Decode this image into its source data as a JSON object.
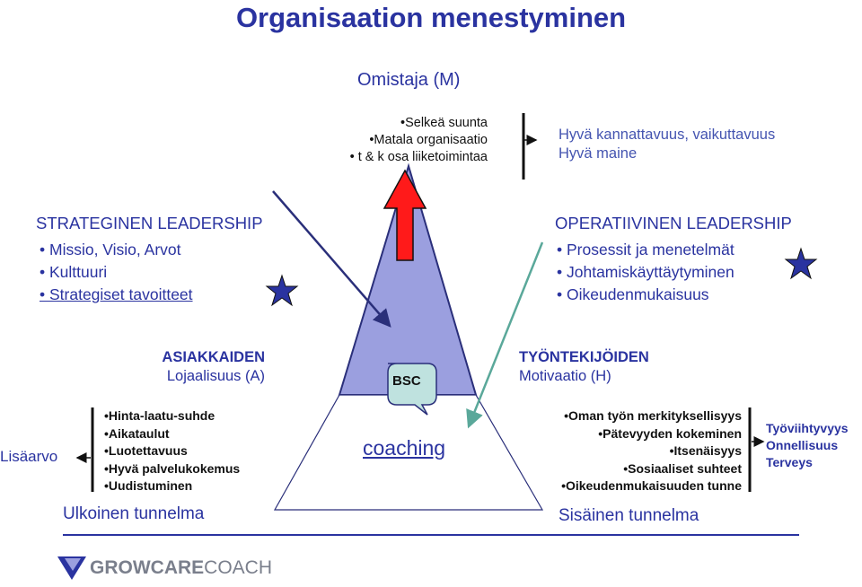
{
  "title": "Organisaation menestyminen",
  "owner": {
    "label": "Omistaja (M)",
    "items": [
      "•Selkeä suunta",
      "•Matala organisaatio",
      "• t & k osa liiketoimintaa"
    ]
  },
  "owner_results": [
    "Hyvä kannattavuus, vaikuttavuus",
    "Hyvä maine"
  ],
  "strategic": {
    "title": "STRATEGINEN LEADERSHIP",
    "items": [
      "• Missio, Visio, Arvot",
      "• Kulttuuri",
      "• Strategiset tavoitteet"
    ]
  },
  "operative": {
    "title": "OPERATIIVINEN LEADERSHIP",
    "items": [
      "• Prosessit ja menetelmät",
      "• Johtamiskäyttäytyminen",
      "• Oikeudenmukaisuus"
    ]
  },
  "customers": {
    "title": "ASIAKKAIDEN",
    "subtitle": "Lojaalisuus (A)",
    "items": [
      "•Hinta-laatu-suhde",
      "•Aikataulut",
      "•Luotettavuus",
      "•Hyvä palvelukokemus",
      "•Uudistuminen"
    ]
  },
  "employees": {
    "title": "TYÖNTEKIJÖIDEN",
    "subtitle": "Motivaatio (H)",
    "items": [
      "•Oman työn merkityksellisyys",
      "•Pätevyyden kokeminen",
      "•Itsenäisyys",
      "•Sosiaaliset suhteet",
      "•Oikeudenmukaisuuden tunne"
    ]
  },
  "wellbeing": [
    "Työviihtyvyys",
    "Onnellisuus",
    "Terveys"
  ],
  "bsc_label": "BSC",
  "coaching_label": "coaching",
  "added_value": "Lisäarvo",
  "external": "Ulkoinen tunnelma",
  "internal": "Sisäinen tunnelma",
  "logo": {
    "part1": "GROWCARE",
    "part2": "COACH"
  },
  "colors": {
    "primary": "#2a33a0",
    "triangle": "#9b9fdf",
    "arrow_red": "#ff1a1a",
    "bsc_bubble": "#bfe2df",
    "star": "#2a33a0",
    "teal_arrow": "#5aa89a",
    "logo_gray": "#7a7f8c"
  }
}
